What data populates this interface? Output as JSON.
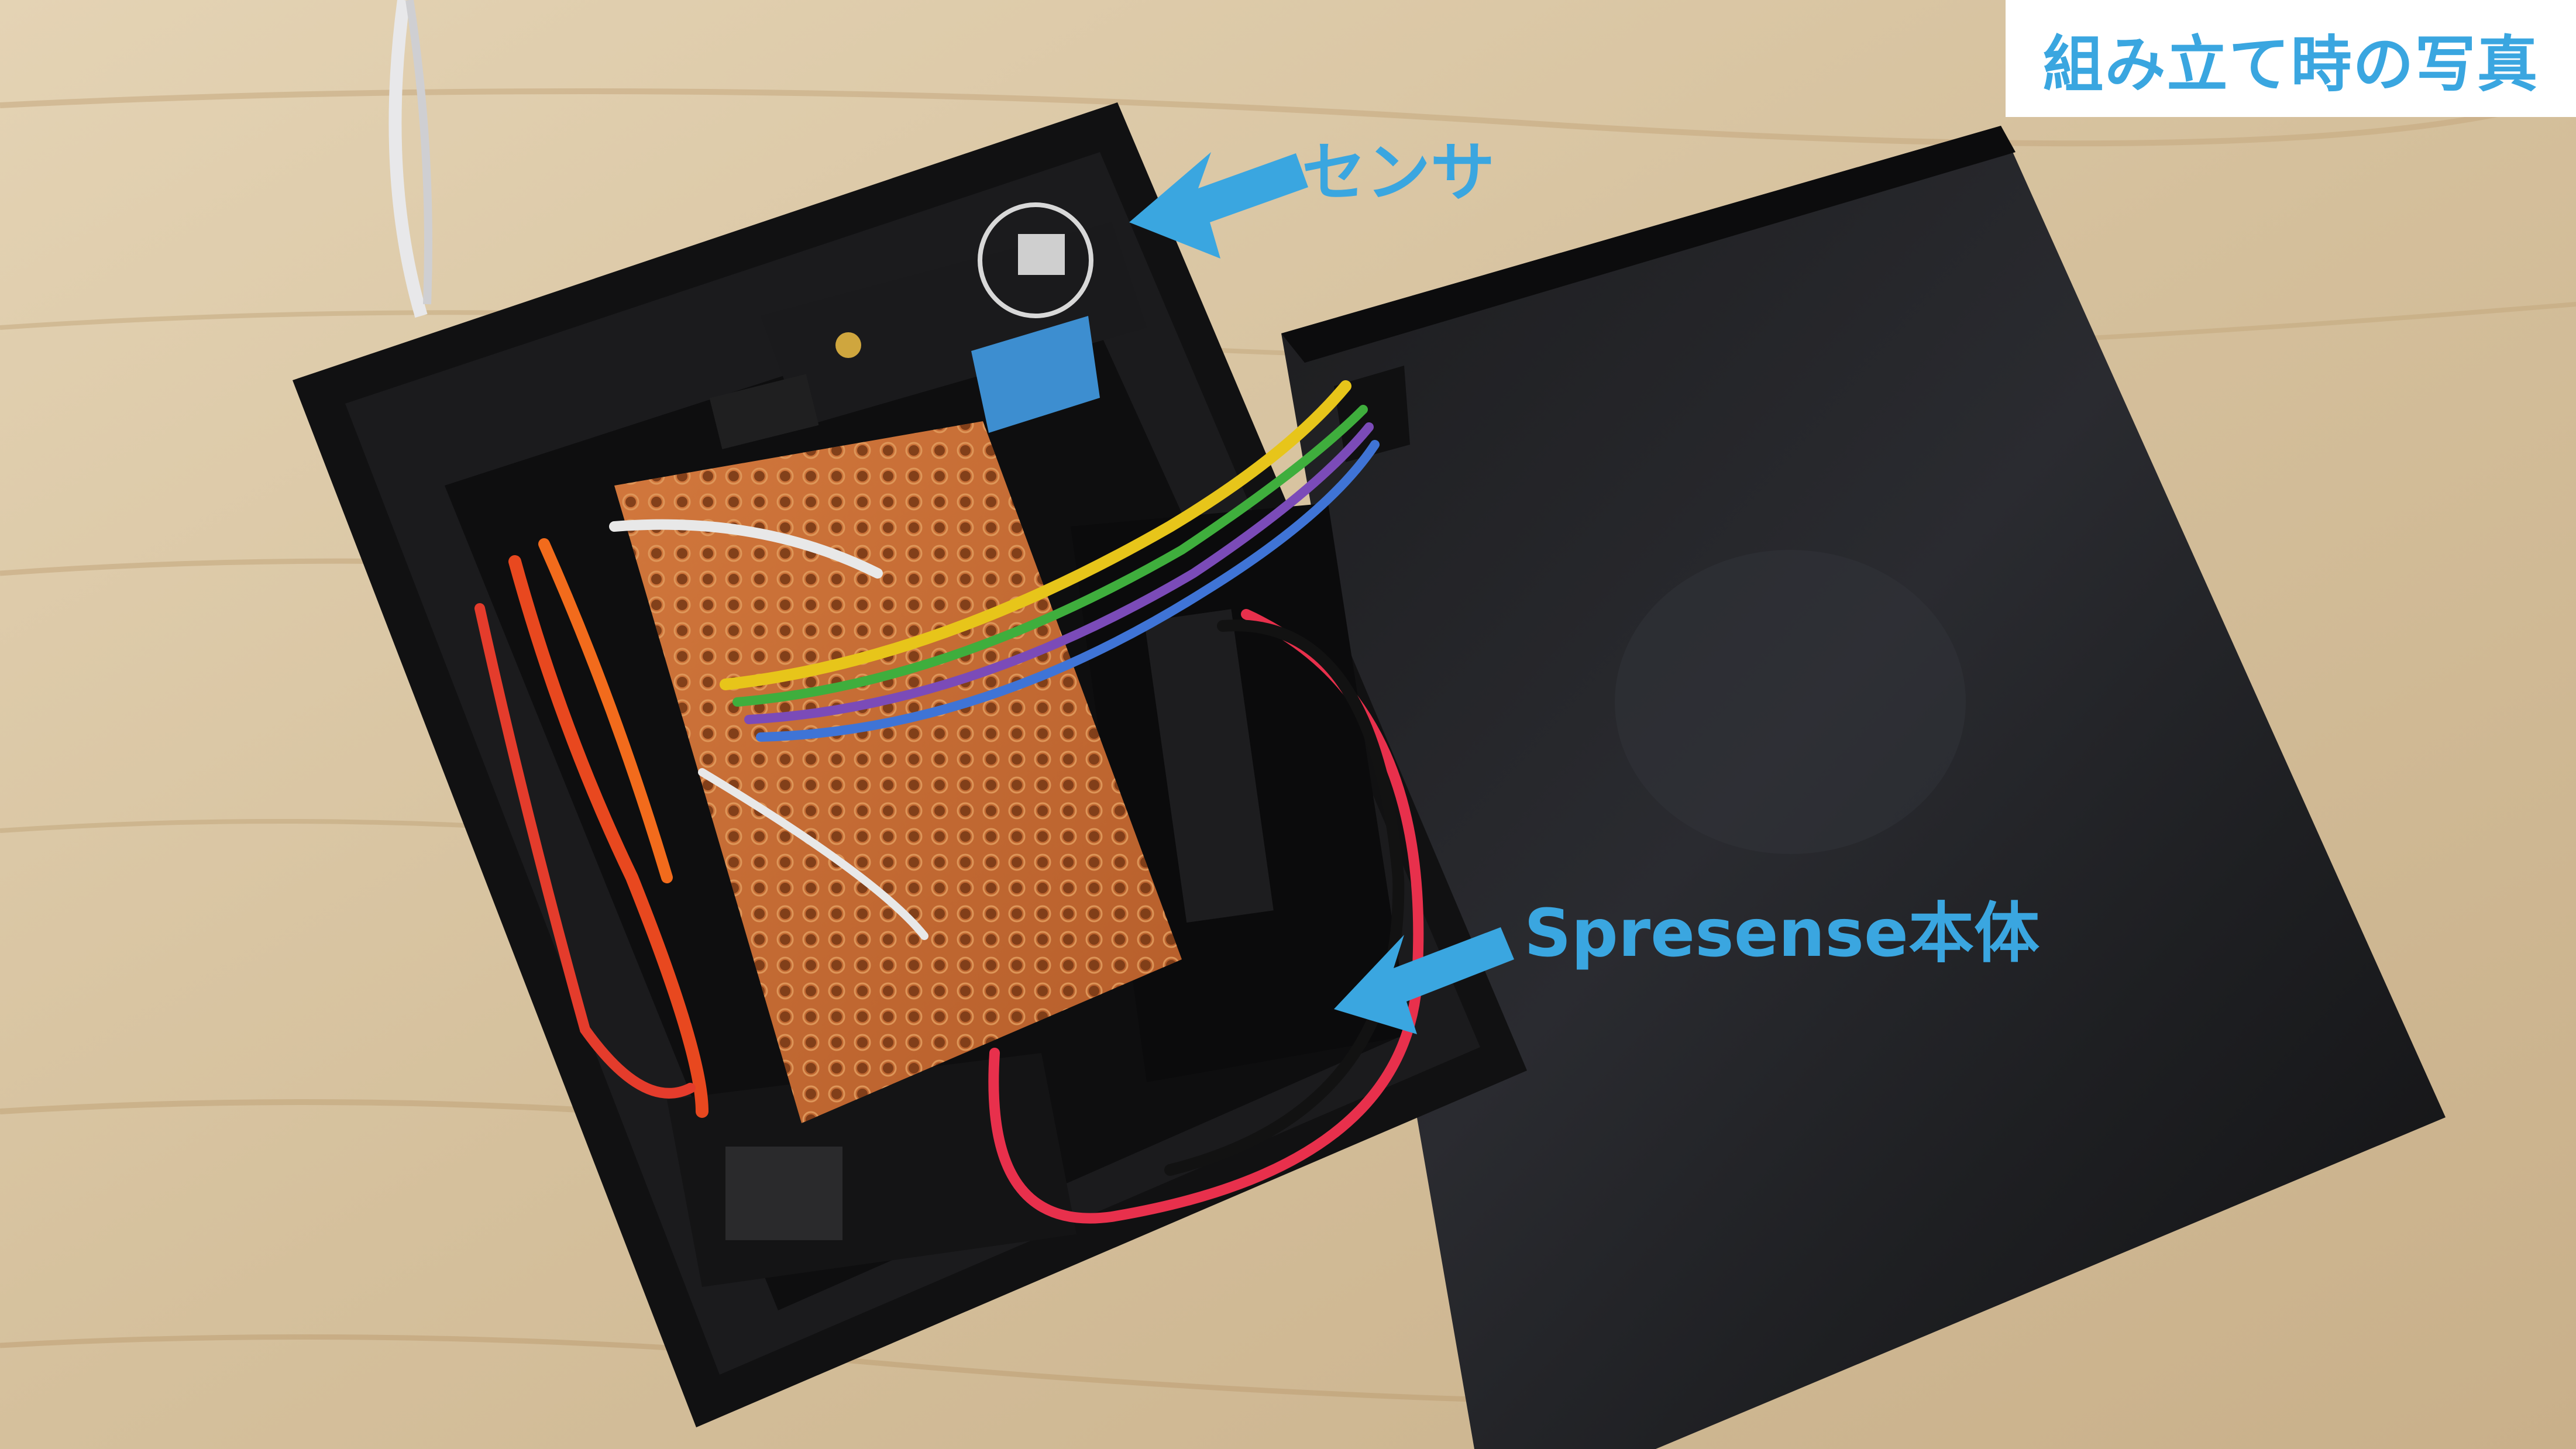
{
  "header": {
    "title": "組み立て時の写真"
  },
  "labels": {
    "sensor": "センサ",
    "main_board": "Spresense本体"
  },
  "colors": {
    "annotation_blue": "#3aa6e0",
    "title_background": "#ffffff",
    "wood": "#d9c6a6",
    "case_black": "#141414",
    "protoboard": "#c46a34"
  }
}
